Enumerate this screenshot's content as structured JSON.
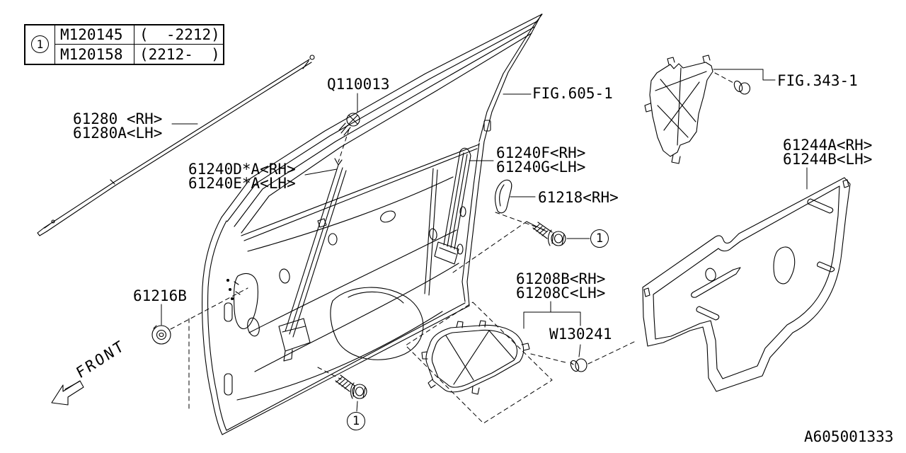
{
  "diagram": {
    "title": "front-door-panel-and-glass-parts-diagram",
    "drawing_number": "A605001333",
    "colors": {
      "line": "#000000",
      "background": "#ffffff",
      "text": "#000000"
    },
    "ref_table": {
      "ref": "1",
      "rows": [
        {
          "part_no": "M120145",
          "range": "(  -2212)"
        },
        {
          "part_no": "M120158",
          "range": "(2212-  )"
        }
      ]
    },
    "labels": {
      "weatherstrip_line1": "61280 <RH>",
      "weatherstrip_line2": "61280A<LH>",
      "screw": "Q110013",
      "fig_door": "FIG.605-1",
      "glassrun_line1": "61240D*A<RH>",
      "glassrun_line2": "61240E*A<LH>",
      "sash_line1": "61240F<RH>",
      "sash_line2": "61240G<LH>",
      "corner_piece": "61218<RH>",
      "fig_bracket": "FIG.343-1",
      "cover_line1": "61244A<RH>",
      "cover_line2": "61244B<LH>",
      "grommet": "61216B",
      "bracket_line1": "61208B<RH>",
      "bracket_line2": "61208C<LH>",
      "clip": "W130241",
      "front_arrow": "FRONT",
      "callout_1": "1"
    }
  }
}
